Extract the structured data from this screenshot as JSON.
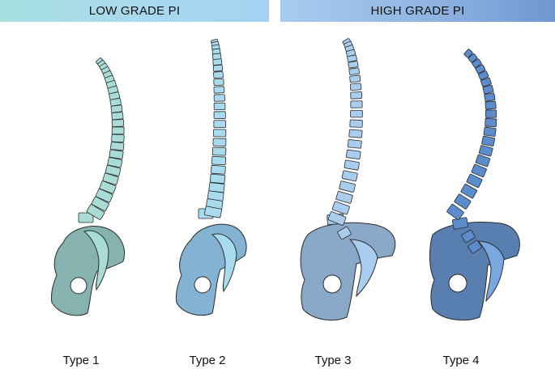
{
  "banners": {
    "low": "LOW GRADE PI",
    "high": "HIGH GRADE PI"
  },
  "types": [
    {
      "label": "Type 1",
      "spine_color": "#a9dcd5",
      "pelvis_color": "#86b3ae",
      "sacrum_color": "#a9dcd5"
    },
    {
      "label": "Type 2",
      "spine_color": "#a9dbef",
      "pelvis_color": "#84b2d3",
      "sacrum_color": "#a9dbef"
    },
    {
      "label": "Type 3",
      "spine_color": "#a9cdee",
      "pelvis_color": "#8aa9c9",
      "sacrum_color": "#a9cdee"
    },
    {
      "label": "Type 4",
      "spine_color": "#5b8ccb",
      "pelvis_color": "#587fb0",
      "sacrum_color": "#7ba7e0"
    }
  ]
}
